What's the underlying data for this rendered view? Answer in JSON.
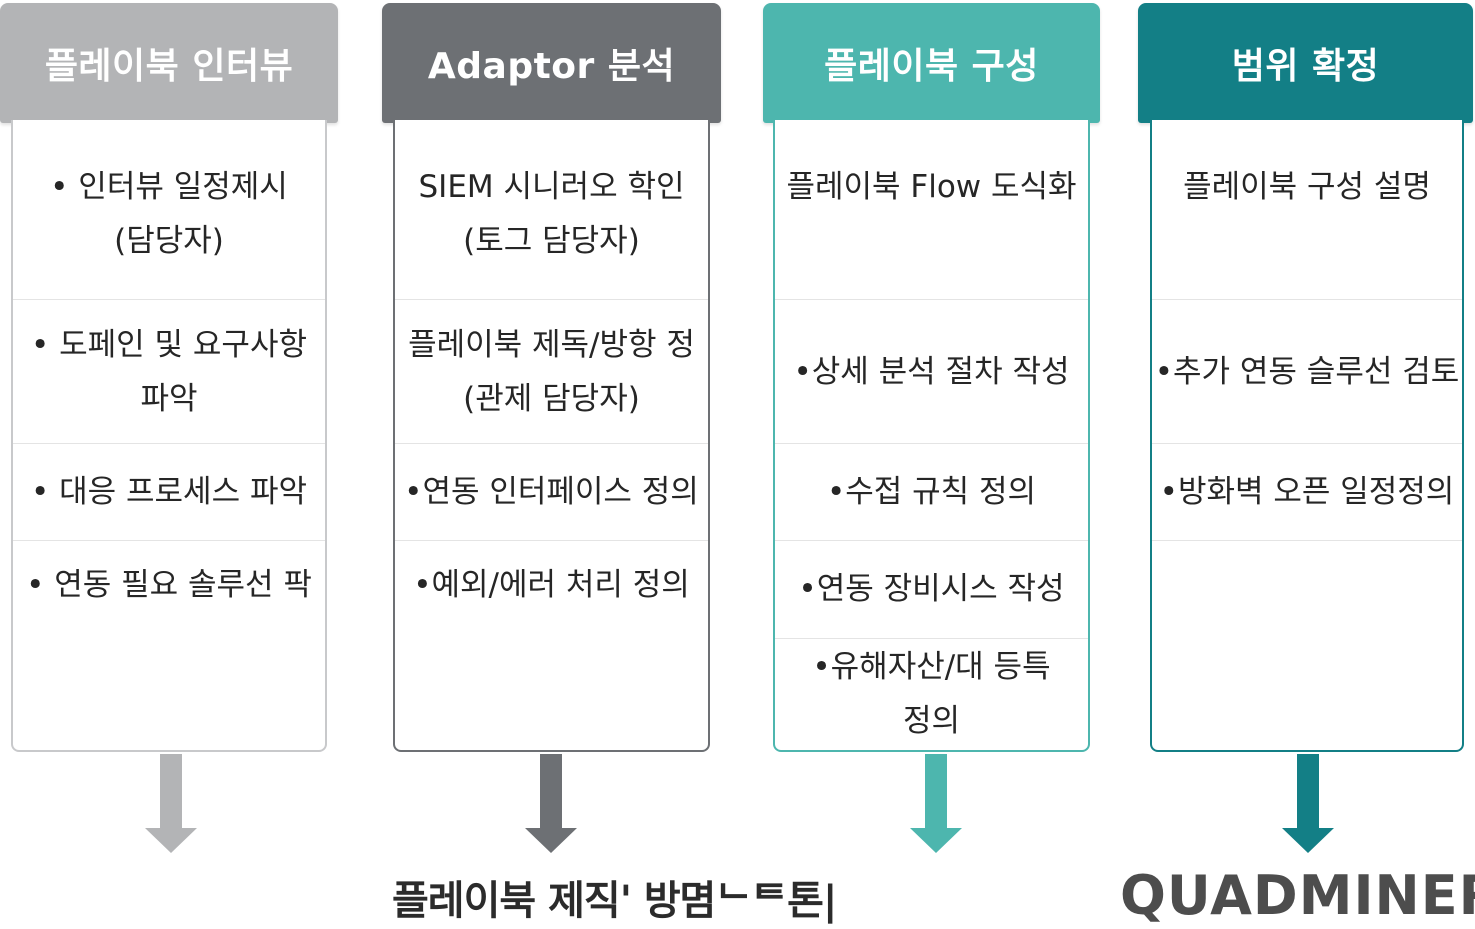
{
  "columns": [
    {
      "title": "플레이북 인터뷰",
      "color": "#b3b4b6",
      "items": [
        "• 인터뷰 일정제시\n(담당자)",
        "• 도페인 및 요구사항\n파악",
        "• 대응 프로세스 파악",
        "• 연동 필요 솔루선 팍"
      ]
    },
    {
      "title": "Adaptor 분석",
      "color": "#6d7074",
      "items": [
        "SIEM 시니러오 학인\n(토그 담당자)",
        "플레이북 제독/방항 정\n(관제 담당자)",
        "•연동 인터페이스 정의",
        "•예외/에러 처리 정의"
      ]
    },
    {
      "title": "플레이북 구성",
      "color": "#4db6ae",
      "items": [
        "플레이북 Flow 도식화",
        "•상세 분석 절차 작성",
        "•수접 규칙 정의",
        "•연동 장비시스 작성",
        "•유해자산/대 등특\n정의"
      ]
    },
    {
      "title": "범위 확정",
      "color": "#137f86",
      "items": [
        "플레이북 구성 설명",
        "•추가 연동 슬루선 검토",
        "•방화벽 오픈 일정정의"
      ]
    }
  ],
  "footer": {
    "caption": "플레이북 제직' 방몀ᄂᄐ톤|",
    "logo": "QUADMINER"
  }
}
